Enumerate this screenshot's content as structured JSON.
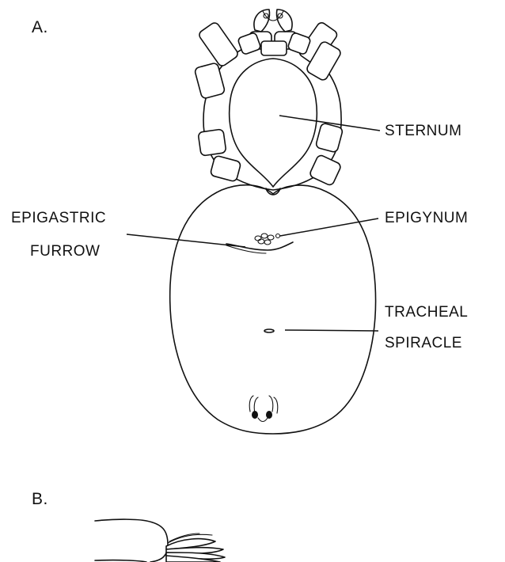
{
  "panels": {
    "a": "A.",
    "b": "B."
  },
  "labels": {
    "sternum": "STERNUM",
    "epigastric_furrow_line1": "EPIGASTRIC",
    "epigastric_furrow_line2": "FURROW",
    "epigynum": "EPIGYNUM",
    "tracheal_spiracle_line1": "TRACHEAL",
    "tracheal_spiracle_line2": "SPIRACLE"
  }
}
